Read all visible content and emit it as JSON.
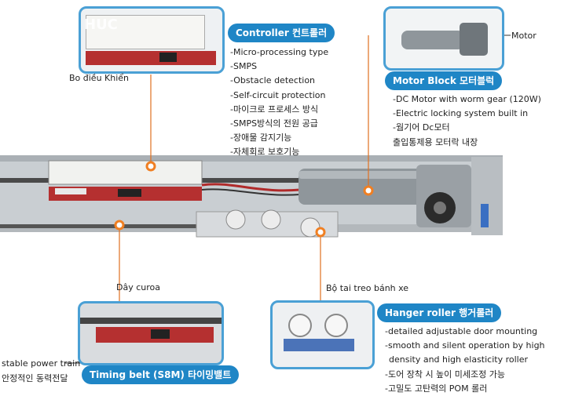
{
  "controller": {
    "title": "Controller 컨트롤러",
    "features": [
      "-Micro-processing type",
      "-SMPS",
      "-Obstacle detection",
      "-Self-circuit protection",
      "-마이크로 프로세스 방식",
      "-SMPS방식의 전원 공급",
      "-장애물 감지기능",
      "-자체회로 보호기능"
    ],
    "caption": "Bo điều Khiển",
    "watermark": "HUC"
  },
  "motor": {
    "title": "Motor Block 모터블럭",
    "label": "Motor",
    "features": [
      "-DC Motor with worm gear (120W)",
      "-Electric locking system built in",
      "-웜기어 Dc모터",
      "출입통제용 모터락 내장"
    ]
  },
  "belt": {
    "caption": "Dây curoa",
    "title": "Timing belt (S8M) 타이밍밸트",
    "desc_en": "stable power train",
    "desc_ko": "안정적인 동력전달"
  },
  "hanger": {
    "caption": "Bộ tai treo bánh xe",
    "title": "Hanger roller 행거롤러",
    "features": [
      "-detailed adjustable door mounting",
      "-smooth and silent operation by high",
      "density and high elasticity roller",
      "-도어 장착 시 높이 미세조정 가능",
      "-고밀도 고탄력의 POM 롤러"
    ]
  },
  "colors": {
    "accent": "#1f86c6",
    "marker": "#f07f22",
    "frame": "#4aa0d5"
  }
}
